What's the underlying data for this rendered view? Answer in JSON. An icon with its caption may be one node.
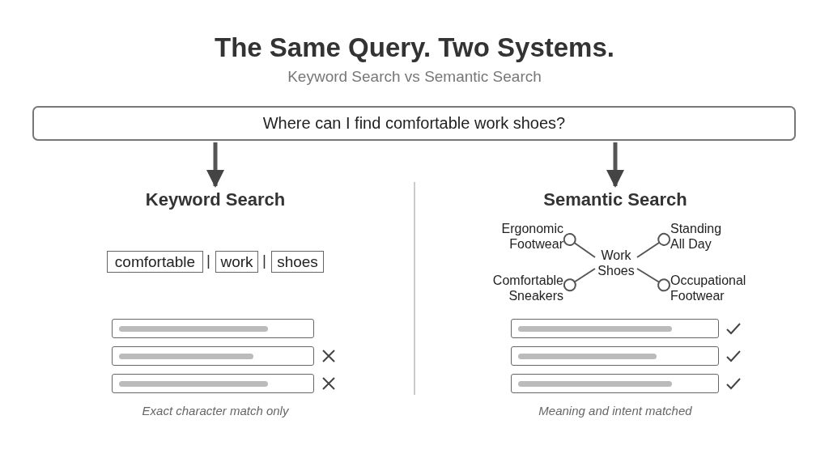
{
  "diagram": {
    "title": "The Same Query. Two Systems.",
    "nodes": [
      {
        "text": [
          "Where can I find comfortable work shoes?"
        ]
      },
      {
        "text": [
          "Keyword Search"
        ]
      },
      {
        "text": [
          "Semantic Search"
        ]
      },
      {
        "text": [
          "comfortable"
        ]
      },
      {
        "text": [
          "work"
        ]
      },
      {
        "text": [
          "shoes"
        ]
      },
      {
        "text": [],
        "shape": "bar"
      },
      {
        "text": [],
        "shape": "bar"
      },
      {
        "text": [],
        "shape": "bar"
      },
      {
        "text": [
          "Ergonomic Footwear"
        ]
      },
      {
        "text": [
          "Standing All Day"
        ]
      },
      {
        "text": [
          "Work Shoes"
        ]
      },
      {
        "text": [
          "Comfortable Sneakers"
        ]
      },
      {
        "text": [
          "Occupational Footwear"
        ]
      },
      {
        "text": [],
        "shape": "bar"
      },
      {
        "text": [],
        "shape": "bar"
      },
      {
        "text": [],
        "shape": "bar"
      }
    ],
    "edges": [
      {
        "from": 0,
        "to": 1,
        "arrow": "to",
        "style": "thick"
      },
      {
        "from": 0,
        "to": 2,
        "arrow": "to",
        "style": "thick"
      },
      {
        "from": 11,
        "to": 9,
        "arrow": "other"
      },
      {
        "from": 11,
        "to": 10,
        "arrow": "other"
      },
      {
        "from": 11,
        "to": 12,
        "arrow": "other"
      },
      {
        "from": 11,
        "to": 13,
        "arrow": "other"
      }
    ],
    "labels": [
      "Keyword Search vs Semantic Search",
      "|",
      "|",
      "Exact character match only",
      "Meaning and intent matched"
    ]
  }
}
